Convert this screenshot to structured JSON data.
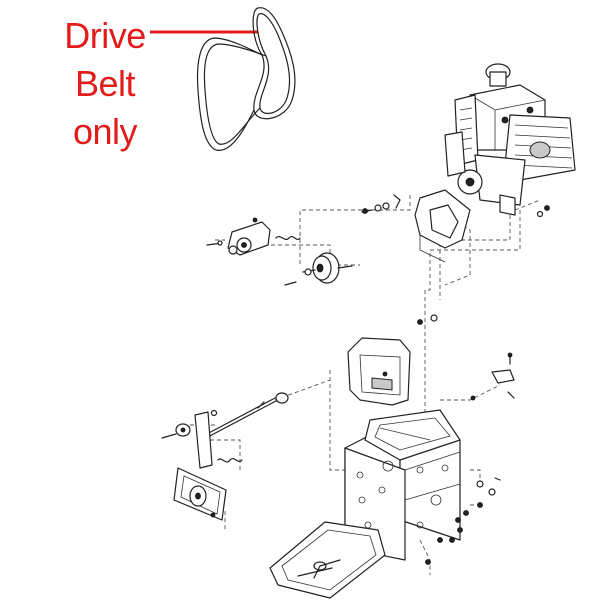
{
  "label": {
    "line1": "Drive",
    "line2": "Belt",
    "line3": "only",
    "color": "#e31b1b"
  },
  "leader_line_color": "#e31b1b",
  "diagram_color": "#222222"
}
